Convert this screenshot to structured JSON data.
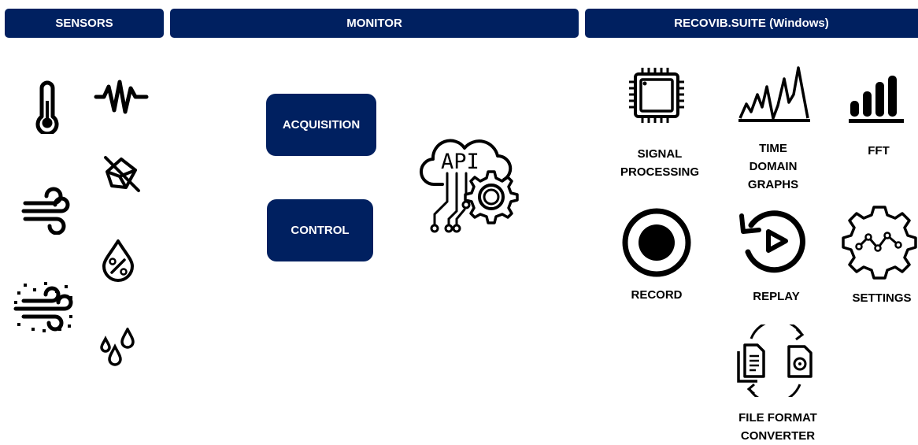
{
  "headers": {
    "sensors": "SENSORS",
    "monitor": "MONITOR",
    "suite": "RECOVIB.SUITE (Windows)"
  },
  "monitor": {
    "acquisition_label": "ACQUISITION",
    "control_label": "CONTROL",
    "api_label": "API"
  },
  "suite": {
    "signal_processing": [
      "SIGNAL",
      "PROCESSING"
    ],
    "time_domain_graphs": [
      "TIME",
      "DOMAIN",
      "GRAPHS"
    ],
    "fft": "FFT",
    "record": "RECORD",
    "replay": "REPLAY",
    "settings": "SETTINGS",
    "file_format_converter": [
      "FILE FORMAT",
      "CONVERTER"
    ]
  },
  "sensor_icons": [
    "thermometer-icon",
    "vibration-icon",
    "wind-icon",
    "tilt-icon",
    "humidity-icon",
    "dust-wind-icon",
    "rain-icon"
  ],
  "colors": {
    "brand": "#002060",
    "icon": "#000000",
    "background": "#ffffff"
  }
}
